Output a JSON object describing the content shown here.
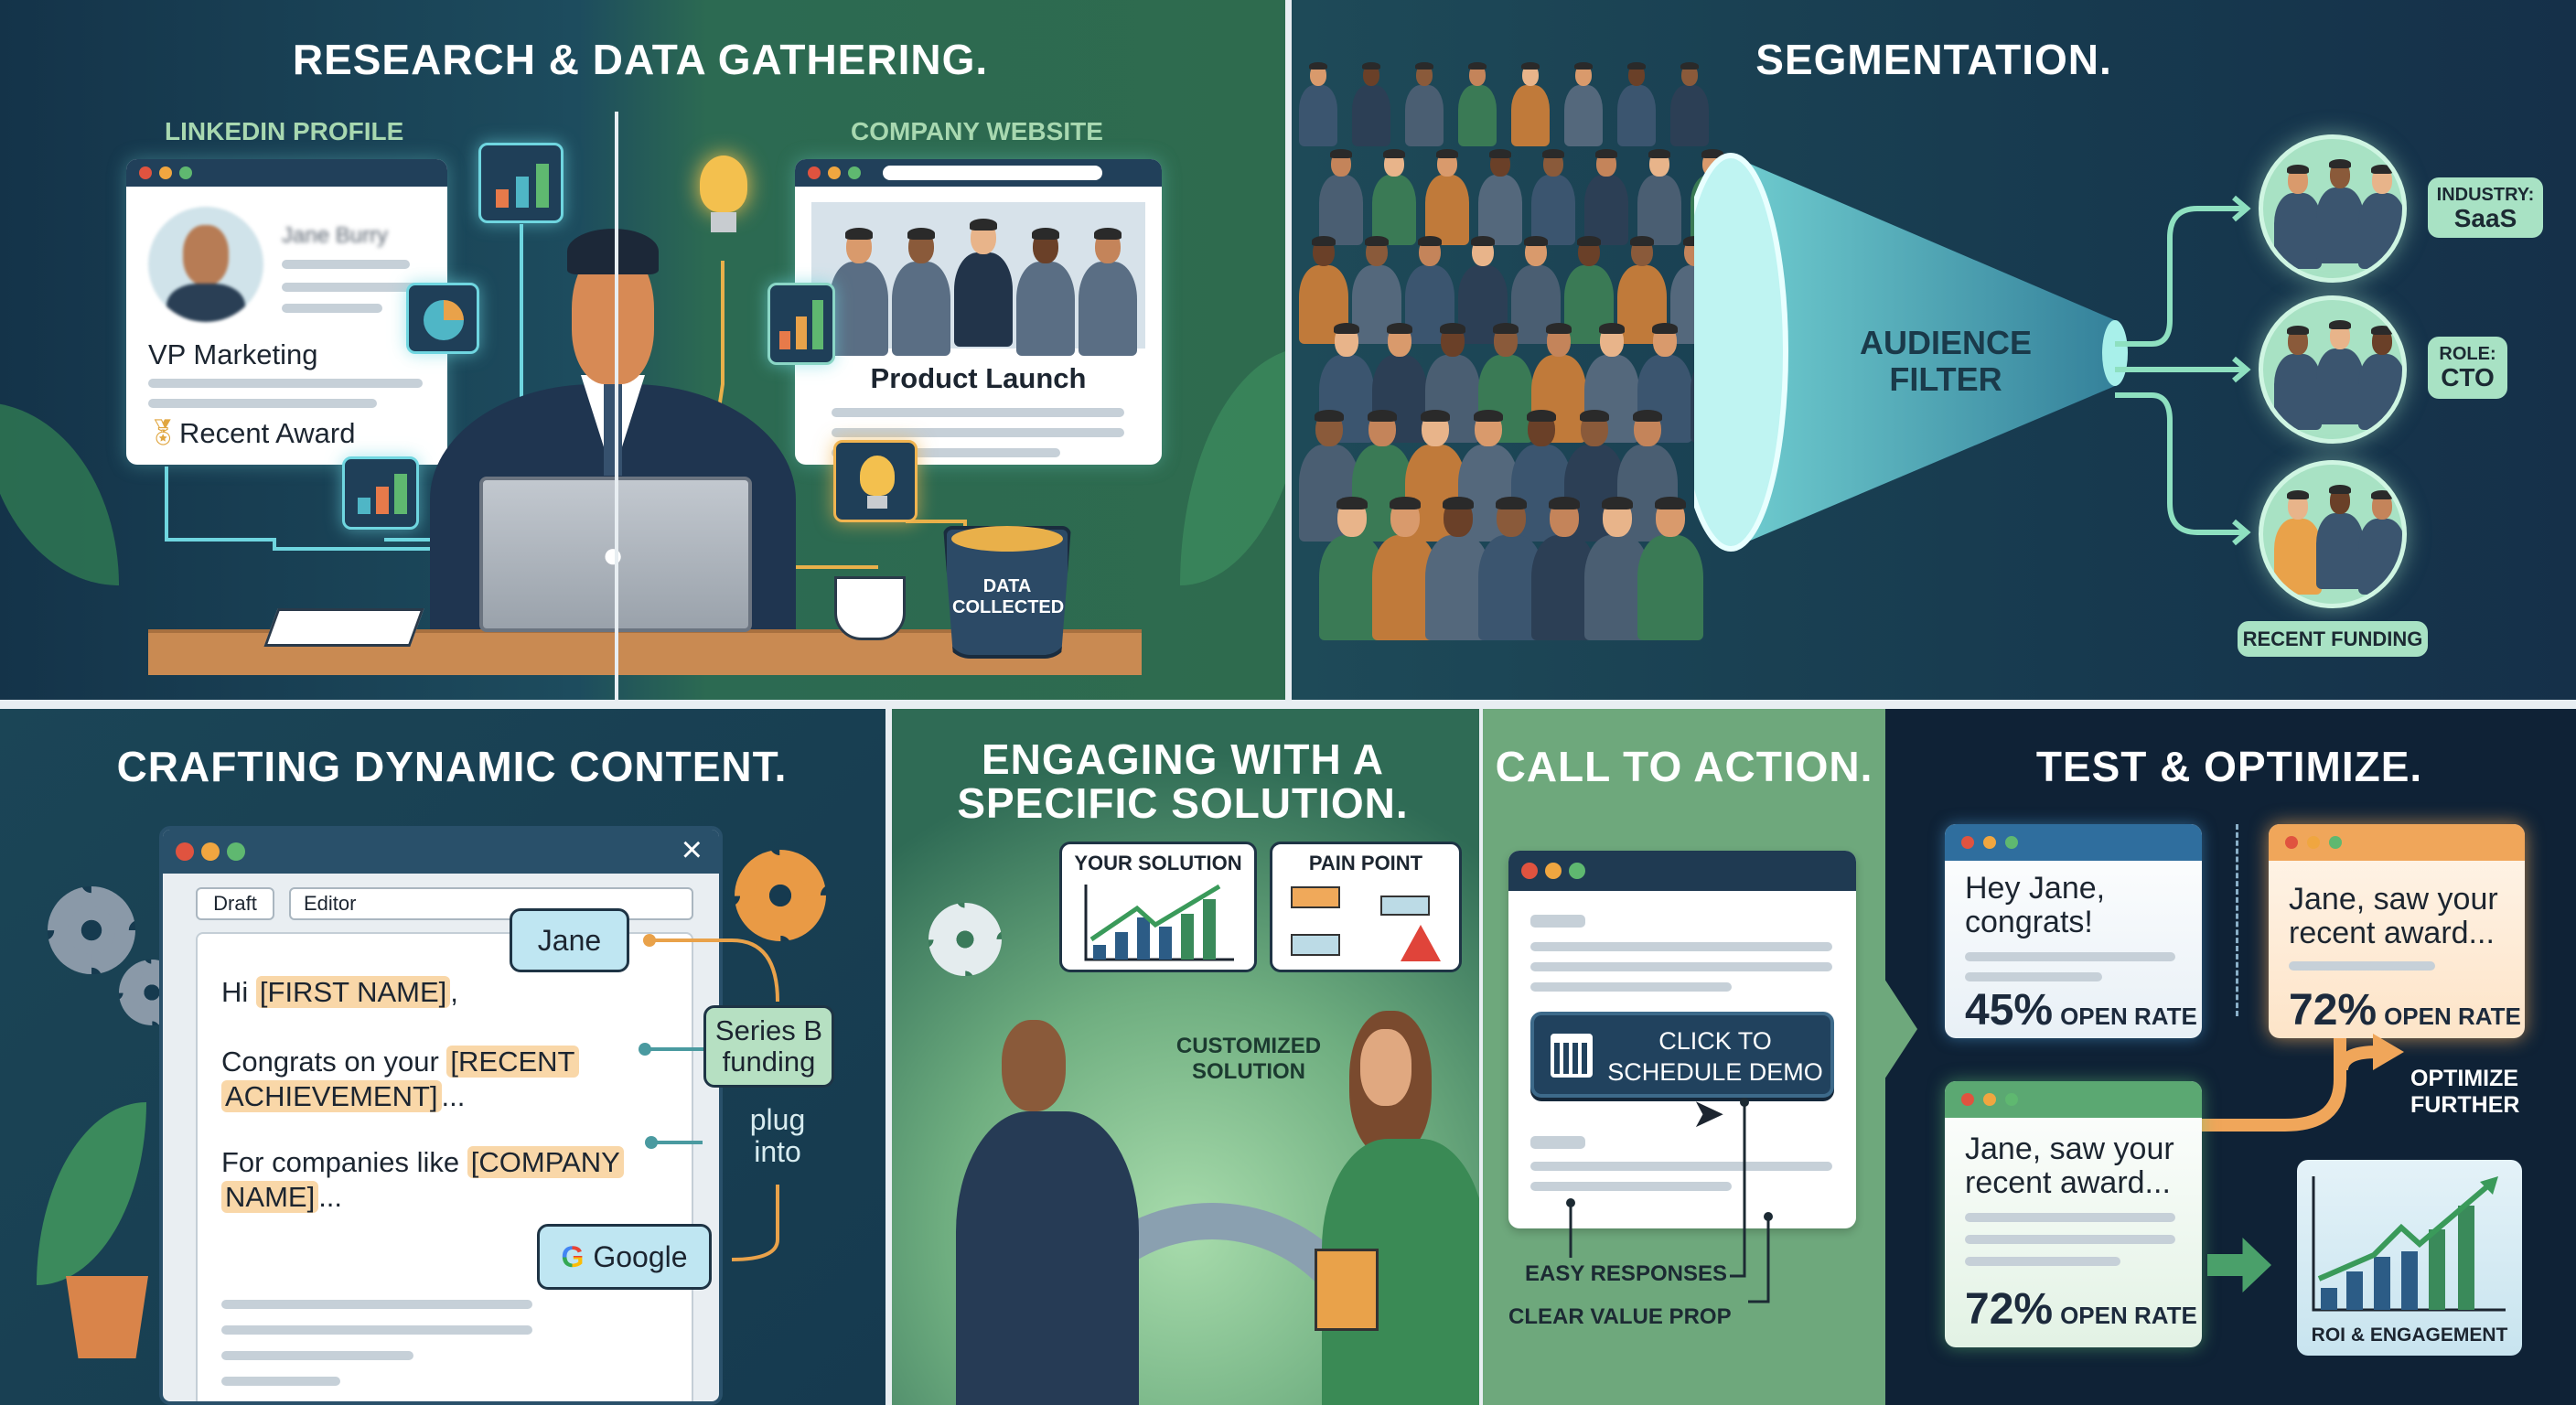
{
  "research": {
    "title": "RESEARCH & DATA GATHERING.",
    "linkedin_label": "LINKEDIN PROFILE",
    "website_label": "COMPANY WEBSITE",
    "profile": {
      "name": "Jane Burry",
      "role": "VP Marketing",
      "award": "Recent Award"
    },
    "website": {
      "headline": "Product Launch"
    },
    "bucket_label": "DATA COLLECTED"
  },
  "segmentation": {
    "title": "SEGMENTATION.",
    "filter_label": "AUDIENCE FILTER",
    "segments": [
      {
        "line1": "INDUSTRY:",
        "line2": "SaaS"
      },
      {
        "line1": "ROLE:",
        "line2": "CTO"
      },
      {
        "line1": "RECENT FUNDING",
        "line2": ""
      }
    ]
  },
  "crafting": {
    "title": "CRAFTING DYNAMIC CONTENT.",
    "tabs": {
      "draft": "Draft",
      "editor": "Editor"
    },
    "close_icon": "×",
    "lines": {
      "l1_pre": "Hi ",
      "l1_var": "[FIRST NAME]",
      "l1_post": ",",
      "l2_pre": "Congrats on your ",
      "l2_var_a": "[RECENT",
      "l2_var_b": "ACHIEVEMENT]",
      "l2_post": "...",
      "l3_pre": "For companies like ",
      "l3_var_a": "[COMPANY",
      "l3_var_b": "NAME]",
      "l3_post": "..."
    },
    "bubbles": {
      "name": "Jane",
      "funding_1": "Series B",
      "funding_2": "funding",
      "company": "Google"
    },
    "plug_1": "plug",
    "plug_2": "into"
  },
  "engaging": {
    "title_1": "ENGAGING WITH A",
    "title_2": "SPECIFIC SOLUTION.",
    "your_solution": "YOUR SOLUTION",
    "pain_point": "PAIN POINT",
    "customized_1": "CUSTOMIZED",
    "customized_2": "SOLUTION"
  },
  "cta": {
    "title": "CALL TO ACTION.",
    "button_1": "CLICK TO",
    "button_2": "SCHEDULE DEMO",
    "easy": "EASY RESPONSES",
    "clear": "CLEAR VALUE PROP"
  },
  "test": {
    "title": "TEST & OPTIMIZE.",
    "variants": [
      {
        "subject_1": "Hey Jane,",
        "subject_2": "congrats!",
        "rate": "45%",
        "rate_label": "OPEN RATE",
        "accent": "#2f6e9e"
      },
      {
        "subject_1": "Jane, saw your",
        "subject_2": "recent award...",
        "rate": "72%",
        "rate_label": "OPEN RATE",
        "accent": "#f0a65a"
      },
      {
        "subject_1": "Jane, saw your",
        "subject_2": "recent award...",
        "rate": "72%",
        "rate_label": "OPEN RATE",
        "accent": "#5ba872"
      }
    ],
    "optimize_1": "OPTIMIZE",
    "optimize_2": "FURTHER",
    "roi_label": "ROI & ENGAGEMENT"
  },
  "colors": {
    "navy": "#142c45",
    "teal": "#1d4a5c",
    "green": "#3a7a5a",
    "cta_green": "#6ea87c",
    "orange": "#f0a65a",
    "mint": "#a8e2c4"
  }
}
